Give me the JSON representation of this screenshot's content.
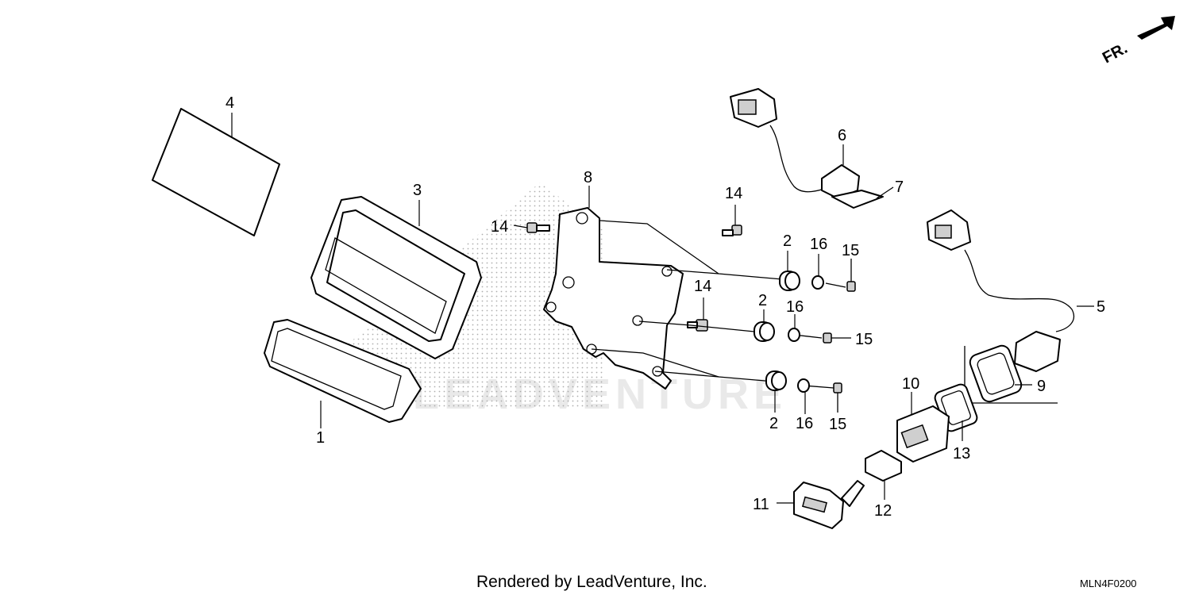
{
  "direction_label": "FR.",
  "watermark": "LEADVENTURE",
  "footer": {
    "credit": "Rendered by LeadVenture, Inc.",
    "diagram_code": "MLN4F0200"
  },
  "callouts": {
    "c1": "1",
    "c2a": "2",
    "c2b": "2",
    "c2c": "2",
    "c3": "3",
    "c4": "4",
    "c5": "5",
    "c6": "6",
    "c7": "7",
    "c8": "8",
    "c9": "9",
    "c10": "10",
    "c11": "11",
    "c12": "12",
    "c13": "13",
    "c14a": "14",
    "c14b": "14",
    "c14c": "14",
    "c15a": "15",
    "c15b": "15",
    "c15c": "15",
    "c16a": "16",
    "c16b": "16",
    "c16c": "16"
  }
}
